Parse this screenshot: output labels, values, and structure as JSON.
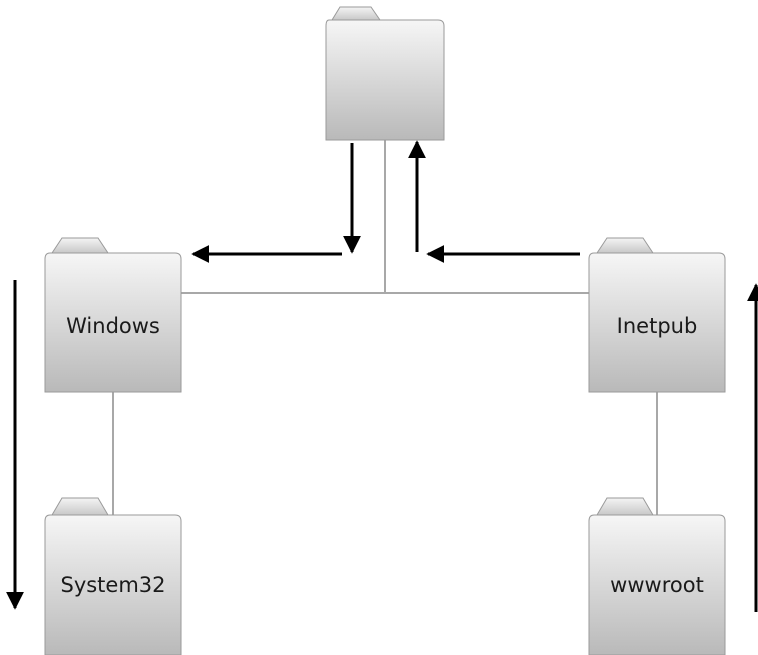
{
  "diagram": {
    "folders": {
      "root": {
        "label": ""
      },
      "windows": {
        "label": "Windows"
      },
      "system32": {
        "label": "System32"
      },
      "inetpub": {
        "label": "Inetpub"
      },
      "wwwroot": {
        "label": "wwwroot"
      }
    }
  },
  "colors": {
    "folder_gradient_top": "#f6f6f6",
    "folder_gradient_bottom": "#b9b9b9",
    "folder_stroke": "#9a9a9a",
    "connector": "#a8a8a8",
    "arrow": "#000000"
  },
  "icons": {
    "folder": "folder-icon",
    "arrow": "arrow-icon"
  }
}
